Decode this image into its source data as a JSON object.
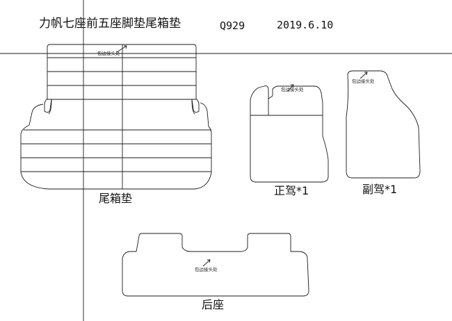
{
  "header": {
    "title": "力帆七座前五座脚垫尾箱垫",
    "code": "Q929",
    "date": "2019.6.10"
  },
  "pieces": {
    "trunk": {
      "label": "尾箱垫",
      "note": "包边接头处"
    },
    "driver": {
      "label": "正驾*1",
      "note": "包边接头处"
    },
    "passenger": {
      "label": "副驾*1",
      "note": "包边接头处"
    },
    "rear": {
      "label": "后座",
      "note": "包边接头处"
    }
  }
}
